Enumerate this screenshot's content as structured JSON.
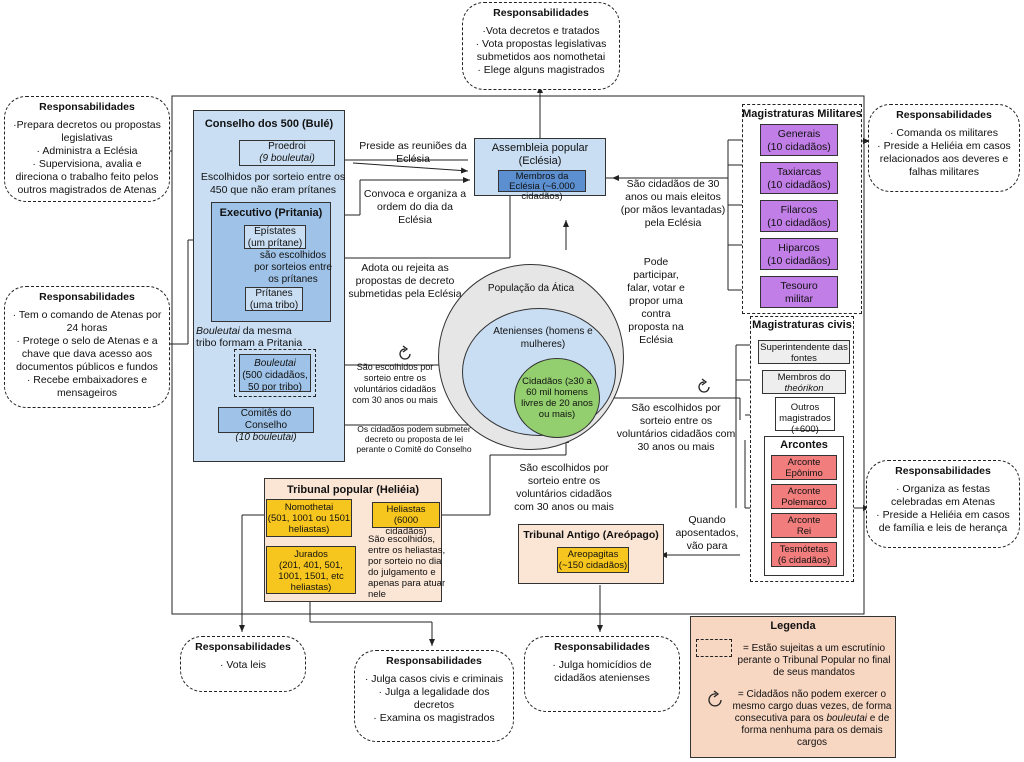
{
  "resp_title": "Responsabilidades",
  "resp_top": [
    "·Vota decretos e tratados",
    "· Vota propostas legislativas submetidos aos nomothetai",
    "· Elege alguns magistrados"
  ],
  "resp_top_left": [
    "·Prepara decretos ou propostas legislativas",
    "· Administra a Eclésia",
    "· Supervisiona, avalia e direciona o trabalho feito pelos outros magistrados de Atenas"
  ],
  "resp_mid_left": [
    "· Tem o comando de Atenas por 24 horas",
    "· Protege o selo de Atenas e a chave que dava acesso aos documentos públicos e fundos",
    "· Recebe embaixadores e mensageiros"
  ],
  "resp_right_top": [
    "· Comanda os militares",
    "· Preside a Heliéia em casos relacionados aos deveres e falhas militares"
  ],
  "resp_right_bottom": [
    "· Organiza as festas celebradas em Atenas",
    "· Preside a Heliéia em casos de família e leis de herança"
  ],
  "resp_bottom_1": [
    "· Vota leis"
  ],
  "resp_bottom_2": [
    "· Julga casos civis e criminais",
    "· Julga a legalidade dos decretos",
    "· Examina os magistrados"
  ],
  "resp_bottom_3": [
    "· Julga homicídios de cidadãos atenienses"
  ],
  "council": {
    "title": "Conselho dos 500 (Bulé)",
    "proedroi": "Proedroi",
    "proedroi_sub": "(9 bouleutai)",
    "escolhidos_450": "Escolhidos por sorteio entre os 450 que não eram prítanes",
    "exec_title": "Executivo (Pritania)",
    "epistates": "Epístates",
    "epistates_sub": "(um prítane)",
    "sorteios": "são escolhidos por sorteios entre os prítanes",
    "pritanes": "Prítanes",
    "pritanes_sub": "(uma tribo)",
    "bouleutai_mesma_1": "Bouleutai",
    "bouleutai_mesma_2": " da mesma tribo formam a Pritania",
    "bouleutai_box_1": "Bouleutai",
    "bouleutai_box_2": "(500 cidadãos, 50 por tribo)",
    "comites_1": "Comitês do Conselho",
    "comites_2": "(10 bouleutai)"
  },
  "assembly": {
    "title": "Assembleia popular (Eclésia)",
    "membros": "Membros da Eclésia (~6.000 cidadãos)"
  },
  "labels": {
    "preside": "Preside as reuniões da Eclésia",
    "convoca": "Convoca e organiza a ordem do dia da Eclésia",
    "adota": "Adota ou rejeita as propostas de decreto submetidas pela Eclésia",
    "sao_cidadaos_30": "São cidadãos de 30 anos ou mais eleitos (por mãos levantadas) pela Eclésia",
    "pode": "Pode participar, falar, votar e propor uma contra proposta na Eclésia",
    "sorteio_volunt": "São escolhidos por sorteio entre os voluntários cidadãos com 30 anos ou mais",
    "podem_submeter": "Os cidadãos podem submeter decreto ou proposta de lei perante o Comitê do Conselho",
    "sao_escolhidos_right": "São escolhidos por sorteio entre os voluntários cidadãos com 30 anos ou mais",
    "sao_escolhidos_bottom": "São escolhidos por sorteio entre os voluntários cidadãos com 30 anos ou mais",
    "quando": "Quando aposentados, vão para",
    "heliastas_note": "São escolhidos, entre os heliastas, por sorteio no dia do julgamento e apenas para atuar nele"
  },
  "population": {
    "attica": "População da Ática",
    "atenienses": "Atenienses (homens e mulheres)",
    "cidadaos": "Cidadãos (≥30 a 60 mil homens livres de 20 anos ou mais)"
  },
  "military": {
    "title": "Magistraturas Militares",
    "items": [
      {
        "name": "Generais",
        "sub": "(10 cidadãos)"
      },
      {
        "name": "Taxiarcas",
        "sub": "(10 cidadãos)"
      },
      {
        "name": "Filarcos",
        "sub": "(10 cidadãos)"
      },
      {
        "name": "Hiparcos",
        "sub": "(10 cidadãos)"
      },
      {
        "name": "Tesouro",
        "sub": "militar"
      }
    ]
  },
  "civil": {
    "title": "Magistraturas civis",
    "superintendente": "Superintendente das fontes",
    "theorikon_1": "Membros do",
    "theorikon_2": "theórikon",
    "outros": "Outros magistrados (+600)",
    "arcontes_title": "Arcontes",
    "arcontes": [
      {
        "name": "Arconte",
        "sub": "Epônimo"
      },
      {
        "name": "Arconte",
        "sub": "Polemarco"
      },
      {
        "name": "Arconte",
        "sub": "Rei"
      },
      {
        "name": "Tesmótetas",
        "sub": "(6 cidadãos)"
      }
    ]
  },
  "tribunal": {
    "title": "Tribunal popular (Heliéia)",
    "nomothetai": "Nomothetai",
    "nomothetai_sub": "(501, 1001 ou 1501 heliastas)",
    "heliastas": "Heliastas",
    "heliastas_sub": "(6000 cidadãos)",
    "jurados": "Jurados",
    "jurados_sub": "(201, 401, 501, 1001, 1501, etc heliastas)"
  },
  "areopago": {
    "title": "Tribunal Antigo (Areópago)",
    "box": "Areopagitas",
    "box_sub": "(~150 cidadãos)"
  },
  "legend": {
    "title": "Legenda",
    "item1": "= Estão sujeitas a um escrutínio perante o Tribunal Popular no final de seus mandatos",
    "item2a": "= Cidadãos não podem exercer o mesmo cargo duas vezes, de forma consecutiva para os ",
    "item2b": "bouleutai",
    "item2c": " e de forma nenhuma para os demais cargos"
  },
  "colors": {
    "council": "#c9def3",
    "exec": "#9fc3e8",
    "ecclesia_box": "#c9def3",
    "ecclesia_inner": "#5b8fd0",
    "attica": "#e6e6e6",
    "atenienses": "#c9def3",
    "cidadaos": "#93cf6e",
    "military": "#c07ee6",
    "arcontes": "#f17d7d",
    "yellow": "#f6c51e",
    "tribunal_bg": "#fbe6d6",
    "legend_bg": "#f7d6c2"
  }
}
